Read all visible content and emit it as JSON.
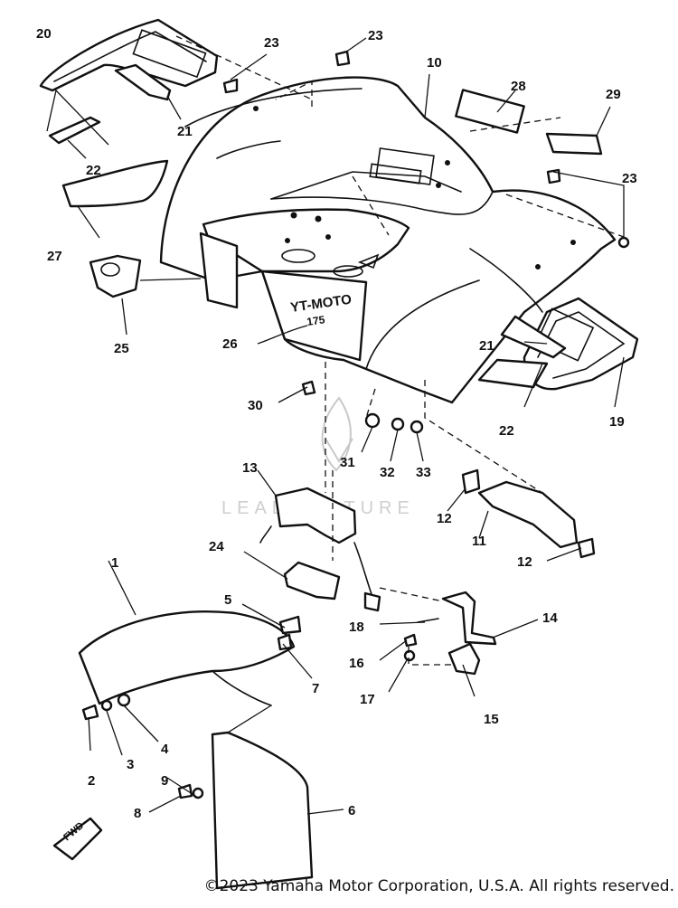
{
  "diagram": {
    "callouts": [
      "1",
      "2",
      "3",
      "4",
      "5",
      "6",
      "7",
      "8",
      "9",
      "10",
      "11",
      "12",
      "12",
      "13",
      "14",
      "15",
      "16",
      "17",
      "18",
      "19",
      "20",
      "21",
      "21",
      "22",
      "22",
      "23",
      "23",
      "23",
      "24",
      "25",
      "26",
      "27",
      "28",
      "29",
      "30",
      "31",
      "32",
      "33"
    ],
    "fender_decal_text": "YT-MOTO",
    "fender_decal_sub": "175",
    "fwd_marker": "FWD",
    "watermark_text": "LEADVENTURE"
  },
  "copyright": "©2023 Yamaha Motor Corporation, U.S.A. All rights reserved."
}
